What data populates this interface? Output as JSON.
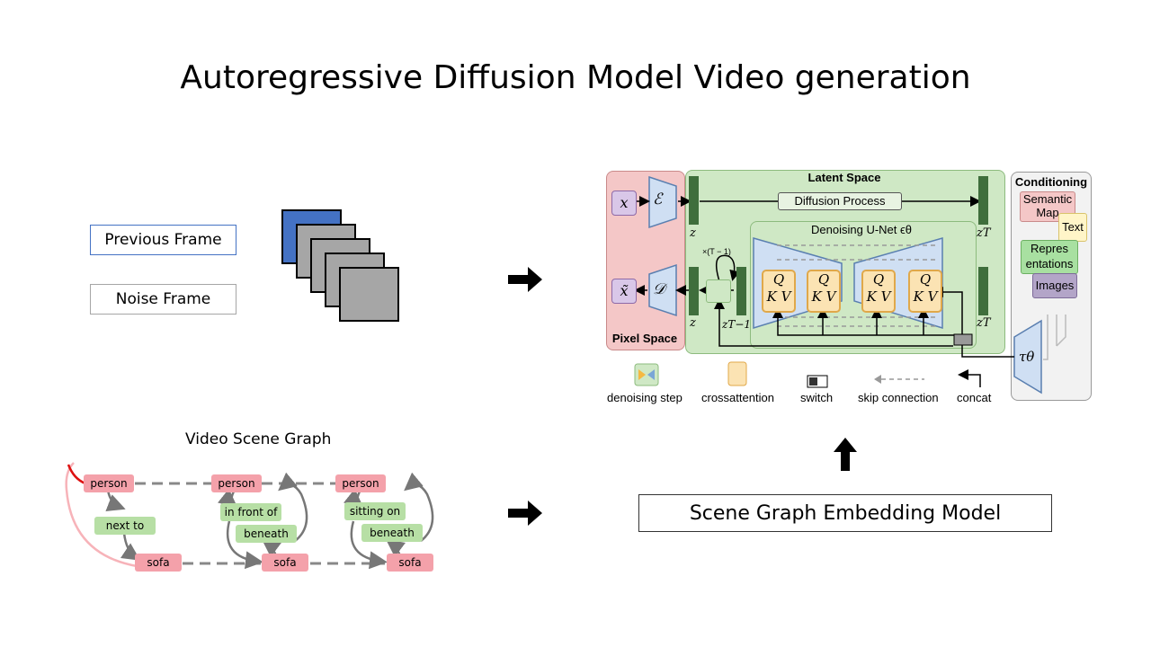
{
  "title": "Autoregressive Diffusion Model Video generation",
  "inputs": {
    "previous_frame": "Previous Frame",
    "noise_frame": "Noise Frame"
  },
  "scene_graph": {
    "title": "Video Scene Graph",
    "nodes": {
      "person1": "person",
      "person2": "person",
      "person3": "person",
      "sofa1": "sofa",
      "sofa2": "sofa",
      "sofa3": "sofa",
      "rel1": "next to",
      "rel2a": "in front of",
      "rel2b": "beneath",
      "rel3a": "sitting on",
      "rel3b": "beneath"
    }
  },
  "embedding_model": "Scene Graph Embedding Model",
  "ldm": {
    "pixel_space": "Pixel Space",
    "latent_space": "Latent Space",
    "conditioning": "Conditioning",
    "diffusion_process": "Diffusion Process",
    "unet": "Denoising U-Net ϵθ",
    "x": "x",
    "x_tilde": "x̃",
    "encoder": "ℰ",
    "decoder": "𝒟",
    "z": "z",
    "z2": "z",
    "z_T": "zT",
    "z_T2": "zT",
    "z_T_minus_1": "zT−1",
    "repeat": "×(T − 1)",
    "tau": "τθ",
    "cond_items": {
      "semantic_map": "Semantic Map",
      "text": "Text",
      "representations": "Repres entations",
      "images": "Images"
    },
    "qkv": {
      "q": "Q",
      "kv": "K V"
    },
    "legend": {
      "denoising_step": "denoising step",
      "crossattention": "crossattention",
      "switch": "switch",
      "skip_connection": "skip connection",
      "concat": "concat"
    }
  },
  "colors": {
    "previous_frame_border": "#4472c4",
    "front_frame": "#4472c4",
    "frame_gray": "#a6a6a6",
    "object_node": "#f4a1aa",
    "relation_node": "#b7dfa5",
    "pixel_space_bg": "#f4c7c7",
    "latent_space_bg": "#cfe8c5",
    "conditioning_bg": "#f2f2f2"
  }
}
